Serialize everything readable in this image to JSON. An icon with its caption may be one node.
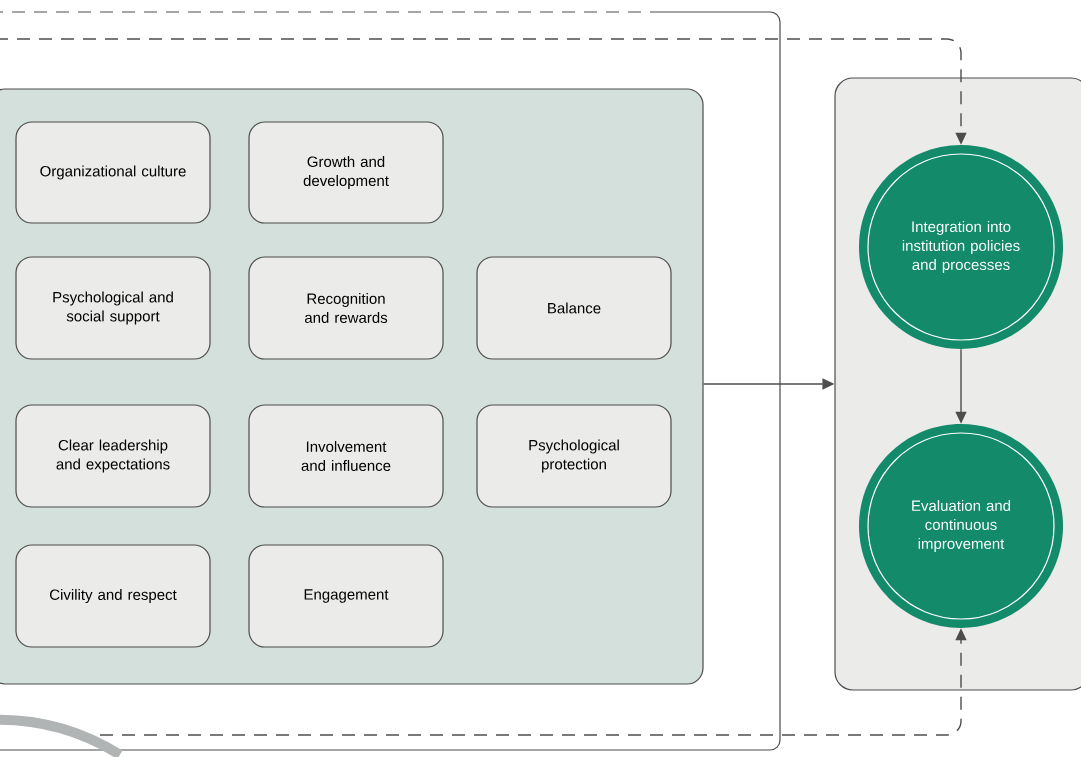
{
  "diagram": {
    "nodes": [
      {
        "text": [],
        "shape": "box"
      },
      {
        "text": [
          "Organizational culture"
        ],
        "in": 0
      },
      {
        "text": [
          "Growth and development"
        ],
        "in": 0
      },
      {
        "text": [
          "Psychological and social support"
        ],
        "in": 0
      },
      {
        "text": [
          "Recognition and rewards"
        ],
        "in": 0
      },
      {
        "text": [
          "Balance"
        ],
        "in": 0
      },
      {
        "text": [
          "Clear leadership and expectations"
        ],
        "in": 0
      },
      {
        "text": [
          "Involvement and influence"
        ],
        "in": 0
      },
      {
        "text": [
          "Psychological protection"
        ],
        "in": 0
      },
      {
        "text": [
          "Civility and respect"
        ],
        "in": 0
      },
      {
        "text": [
          "Engagement"
        ],
        "in": 0
      },
      {
        "text": [],
        "shape": "box"
      },
      {
        "text": [
          "Integration into institution policies and processes"
        ],
        "in": 11
      },
      {
        "text": [
          "Evaluation and continuous improvement"
        ],
        "in": 11
      }
    ],
    "edges": [
      {
        "from": 0,
        "to": 11,
        "arrow": "to"
      },
      {
        "from": 12,
        "to": 13,
        "arrow": "to"
      },
      {
        "from": null,
        "to": 12,
        "arrow": "to",
        "style": "dashed"
      },
      {
        "from": null,
        "to": 13,
        "arrow": "to",
        "style": "dashed"
      }
    ]
  }
}
